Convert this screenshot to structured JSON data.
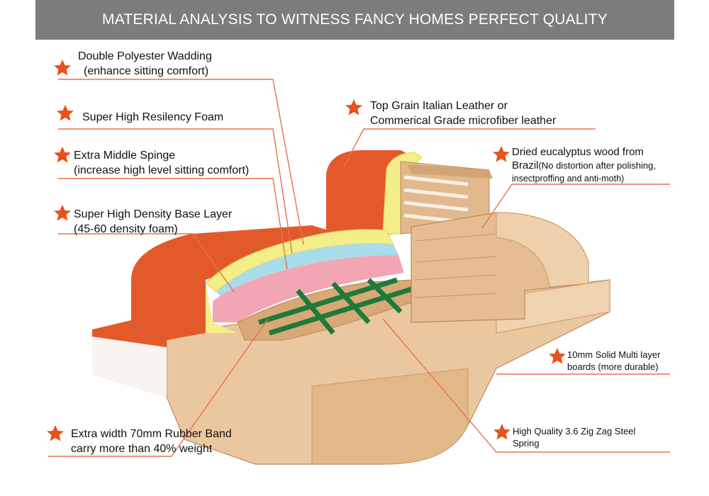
{
  "banner": {
    "title": "MATERIAL ANALYSIS TO WITNESS FANCY HOMES PERFECT QUALITY"
  },
  "callouts": {
    "wadding": {
      "line1": "Double Polyester Wadding",
      "line2": "(enhance sitting comfort)"
    },
    "foam": {
      "line1": "Super High Resilency Foam"
    },
    "sponge": {
      "line1": "Extra Middle Spinge",
      "line2": "(increase high level sitting comfort)"
    },
    "base": {
      "line1": "Super High Density Base Layer",
      "line2": "(45-60 density foam)"
    },
    "band": {
      "line1": "Extra width 70mm Rubber Band",
      "line2": "carry more than 40% weight"
    },
    "leather": {
      "line1": "Top Grain Italian Leather or",
      "line2": "Commerical Grade microfiber leather"
    },
    "wood": {
      "line1": "Dried eucalyptus wood from",
      "line2a": "Brazil",
      "line2b": "(No distortion after polishing,",
      "line3": "insectproffing and anti-moth)"
    },
    "boards": {
      "line1": "10mm Solid Multi layer",
      "line2": "boards (more durable)"
    },
    "spring": {
      "line1": "High Quality 3.6 Zig Zag Steel",
      "line2": "Spring"
    }
  },
  "colors": {
    "banner": "#7c7c7c",
    "star": "#e8501c",
    "leader": "#e8724a",
    "leather": "#e35a2a",
    "wood": "#e9c39a",
    "foam_yellow": "#f3ee88",
    "foam_blue": "#a8dcea",
    "foam_pink": "#f2a6b4",
    "webbing": "#1f7a3a"
  }
}
